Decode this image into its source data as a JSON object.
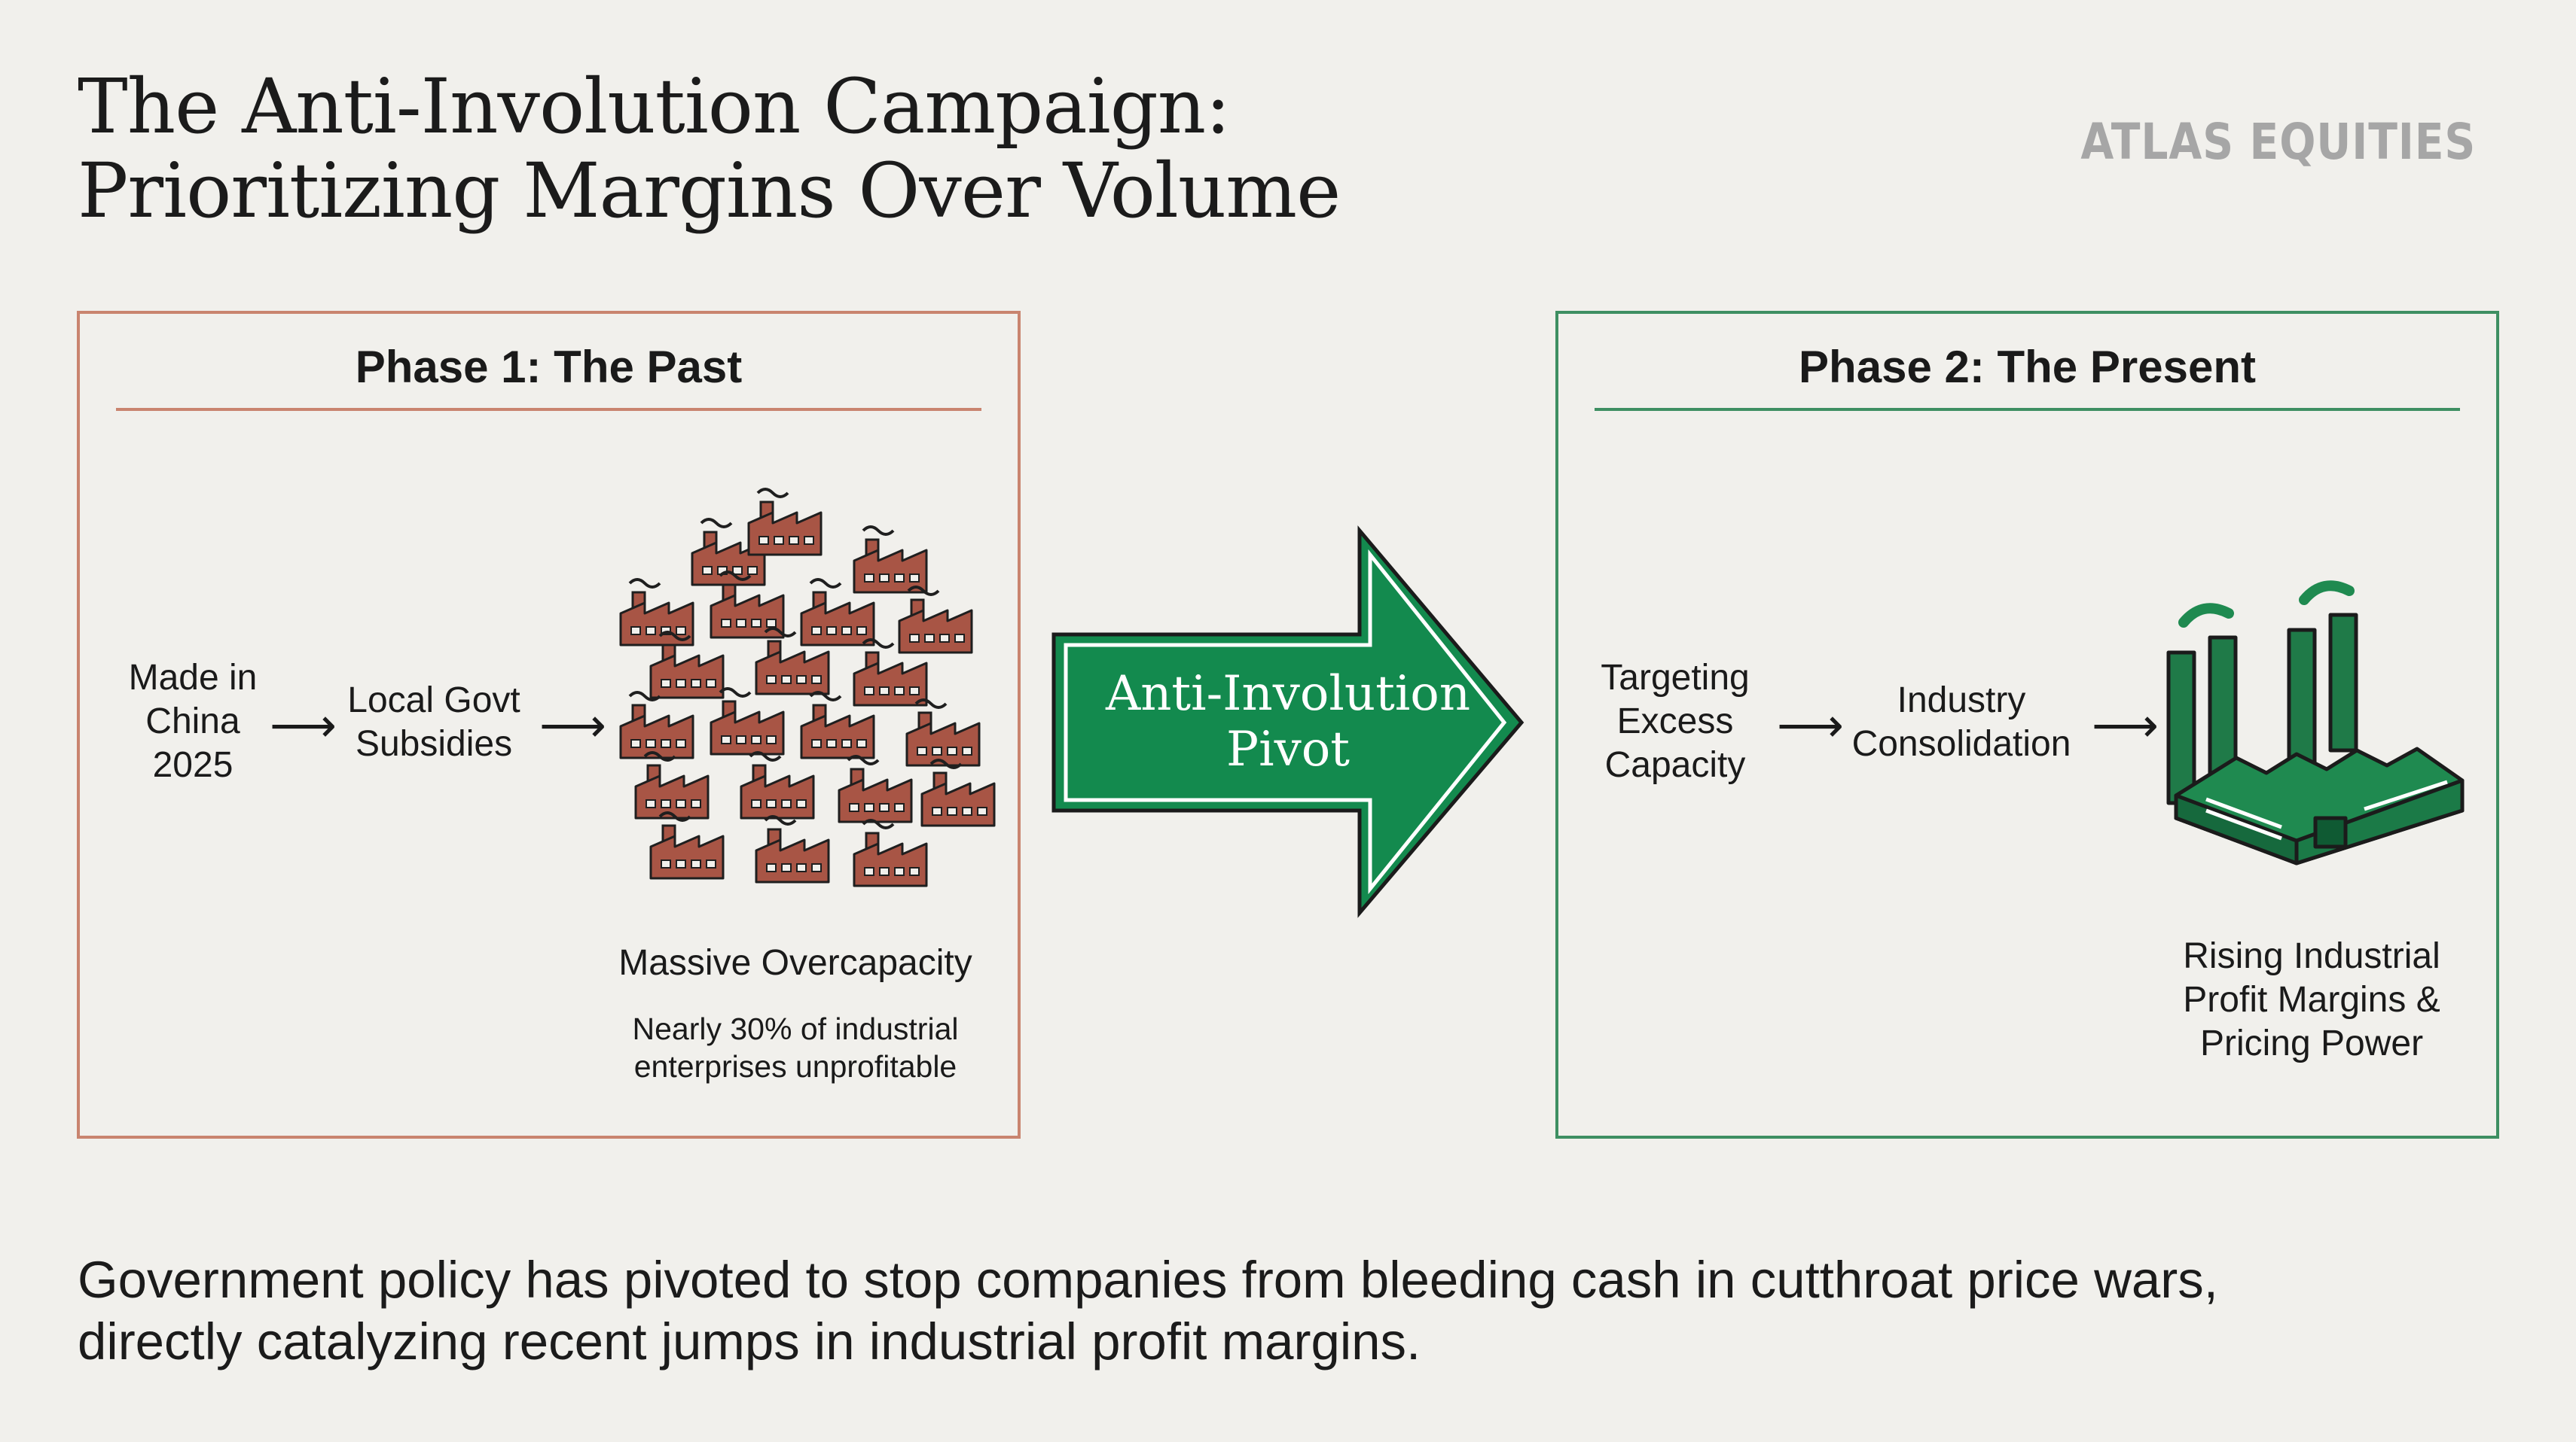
{
  "title_line1": "The Anti-Involution Campaign:",
  "title_line2": "Prioritizing Margins Over Volume",
  "brand": "ATLAS EQUITIES",
  "phase1": {
    "title": "Phase 1: The Past",
    "step1": [
      "Made in",
      "China",
      "2025"
    ],
    "step2": [
      "Local Govt",
      "Subsidies"
    ],
    "result": "Massive Overcapacity",
    "note": [
      "Nearly 30% of industrial",
      "enterprises unprofitable"
    ]
  },
  "pivot": [
    "Anti-Involution",
    "Pivot"
  ],
  "phase2": {
    "title": "Phase 2: The Present",
    "step1": [
      "Targeting",
      "Excess",
      "Capacity"
    ],
    "step2": [
      "Industry",
      "Consolidation"
    ],
    "result": [
      "Rising Industrial",
      "Profit Margins &",
      "Pricing Power"
    ]
  },
  "footer": [
    "Government policy has pivoted to stop companies from bleeding cash in cutthroat price wars,",
    "directly catalyzing recent jumps in industrial profit margins."
  ],
  "colors": {
    "past_accent": "#c9846f",
    "present_accent": "#3e8f62",
    "factory_red": "#a85545",
    "pivot_green": "#138a4e"
  },
  "icons": [
    "right-arrow-icon",
    "factory-cluster-icon",
    "green-factory-icon",
    "pivot-arrow-icon"
  ]
}
